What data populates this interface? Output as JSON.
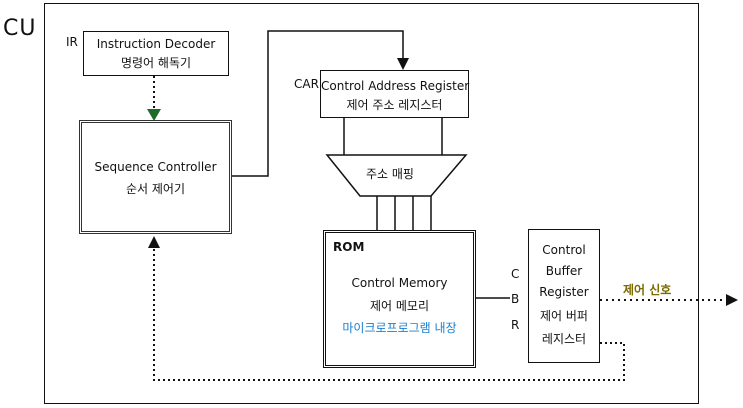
{
  "cu_label": "CU",
  "instruction_decoder": {
    "tag": "IR",
    "title": "Instruction Decoder",
    "subtitle": "명령어 해독기"
  },
  "control_address_register": {
    "tag": "CAR",
    "title": "Control Address Register",
    "subtitle": "제어 주소 레지스터"
  },
  "sequence_controller": {
    "title": "Sequence Controller",
    "subtitle": "순서 제어기"
  },
  "address_mapping": {
    "label": "주소 매핑"
  },
  "control_memory": {
    "tag": "ROM",
    "title": "Control Memory",
    "subtitle": "제어 메모리",
    "note": "마이크로프로그램 내장",
    "note_color": "#1a7fd0"
  },
  "control_buffer_register": {
    "lines": [
      "Control",
      "Buffer",
      "Register",
      "제어 버퍼",
      "레지스터"
    ],
    "side_letters": [
      "C",
      "B",
      "R"
    ]
  },
  "control_signal": {
    "label": "제어 신호",
    "color": "#7a6a00"
  }
}
